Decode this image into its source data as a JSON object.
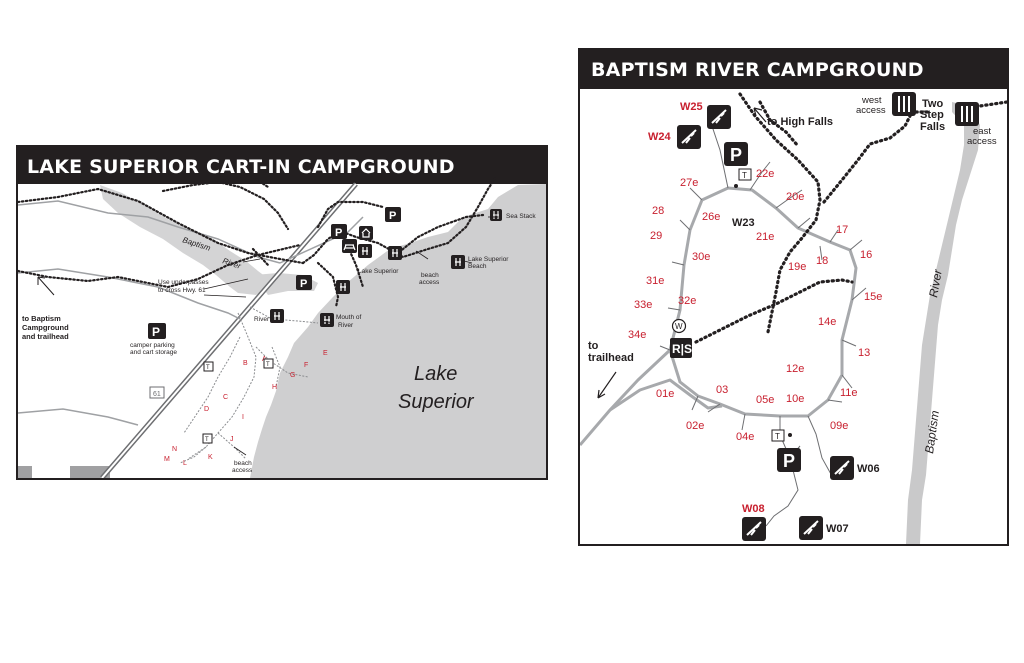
{
  "lake_map": {
    "title": "LAKE SUPERIOR CART-IN CAMPGROUND",
    "water_label_line1": "Lake",
    "water_label_line2": "Superior",
    "river_label_1": "Baptism",
    "river_label_2": "River",
    "highway_label": "61",
    "underpass_line1": "Use underpasses",
    "underpass_line2": "to cross Hwy. 61",
    "baptism_link_line1": "to Baptism",
    "baptism_link_line2": "Campground",
    "baptism_link_line3": "and trailhead",
    "camper_parking_line1": "camper parking",
    "camper_parking_line2": "and cart storage",
    "sea_stack": "Sea Stack",
    "lake_superior_small": "Lake Superior",
    "beach_access_1_line1": "beach",
    "beach_access_1_line2": "access",
    "lake_superior_beach_line1": "Lake Superior",
    "lake_superior_beach_line2": "Beach",
    "river_small": "River",
    "mouth_line1": "Mouth of",
    "mouth_line2": "River",
    "beach_access_2_line1": "beach",
    "beach_access_2_line2": "access",
    "sites": [
      "A",
      "B",
      "C",
      "D",
      "E",
      "F",
      "G",
      "H",
      "I",
      "J",
      "K",
      "L",
      "M",
      "N"
    ],
    "colors": {
      "site_red": "#c8202f",
      "water": "#cfcfd0",
      "river": "#d4d4d5",
      "frame": "#231f20"
    }
  },
  "baptism_map": {
    "title": "BAPTISM RIVER CAMPGROUND",
    "to_high_falls": "to High Falls",
    "west_access_line1": "west",
    "west_access_line2": "access",
    "two_step_line1": "Two",
    "two_step_line2": "Step",
    "two_step_line3": "Falls",
    "east_access_line1": "east",
    "east_access_line2": "access",
    "river_label_1": "River",
    "river_label_2": "Baptism",
    "to_trailhead_line1": "to",
    "to_trailhead_line2": "trailhead",
    "ranger_station": "R|S",
    "water_symbol": "W",
    "walk_in_sites": [
      "W25",
      "W24",
      "W23",
      "W06",
      "W08",
      "W07"
    ],
    "sites": [
      "27e",
      "26e",
      "22e",
      "20e",
      "21e",
      "28",
      "29",
      "30e",
      "17",
      "16",
      "19e",
      "18",
      "31e",
      "32e",
      "33e",
      "15e",
      "34e",
      "14e",
      "13",
      "12e",
      "11e",
      "03",
      "01e",
      "05e",
      "10e",
      "02e",
      "09e",
      "04e"
    ],
    "colors": {
      "site_red": "#c8202f",
      "river": "#c9c9ca",
      "road": "#a7a9ac",
      "frame": "#231f20"
    }
  }
}
